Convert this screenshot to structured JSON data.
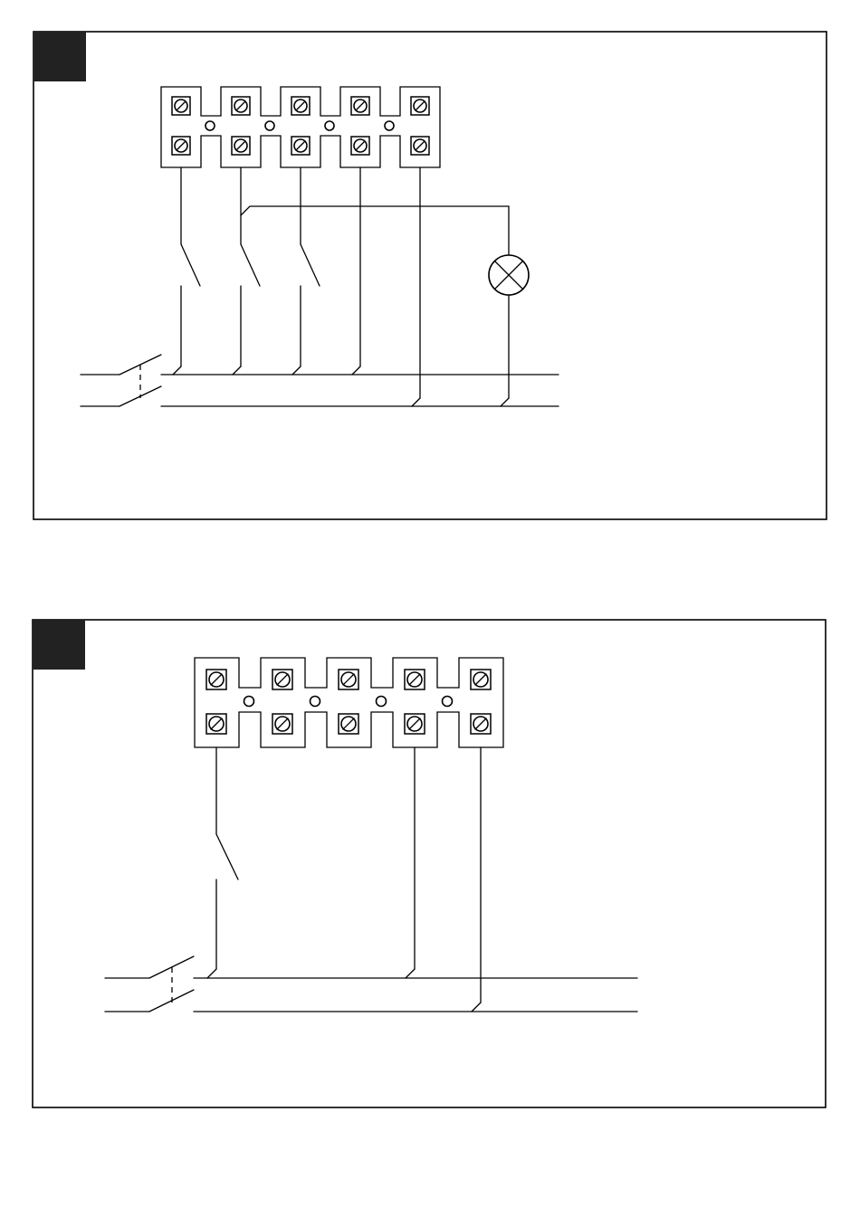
{
  "colors": {
    "line": "#000000",
    "background": "#ffffff",
    "corner_block": "#222222"
  },
  "diagrams": [
    {
      "id": "diagram-1",
      "terminals": 5,
      "switches": 3,
      "lamps": 1,
      "supply_conductors": 2
    },
    {
      "id": "diagram-2",
      "terminals": 5,
      "switches": 1,
      "lamps": 0,
      "supply_conductors": 2
    }
  ]
}
